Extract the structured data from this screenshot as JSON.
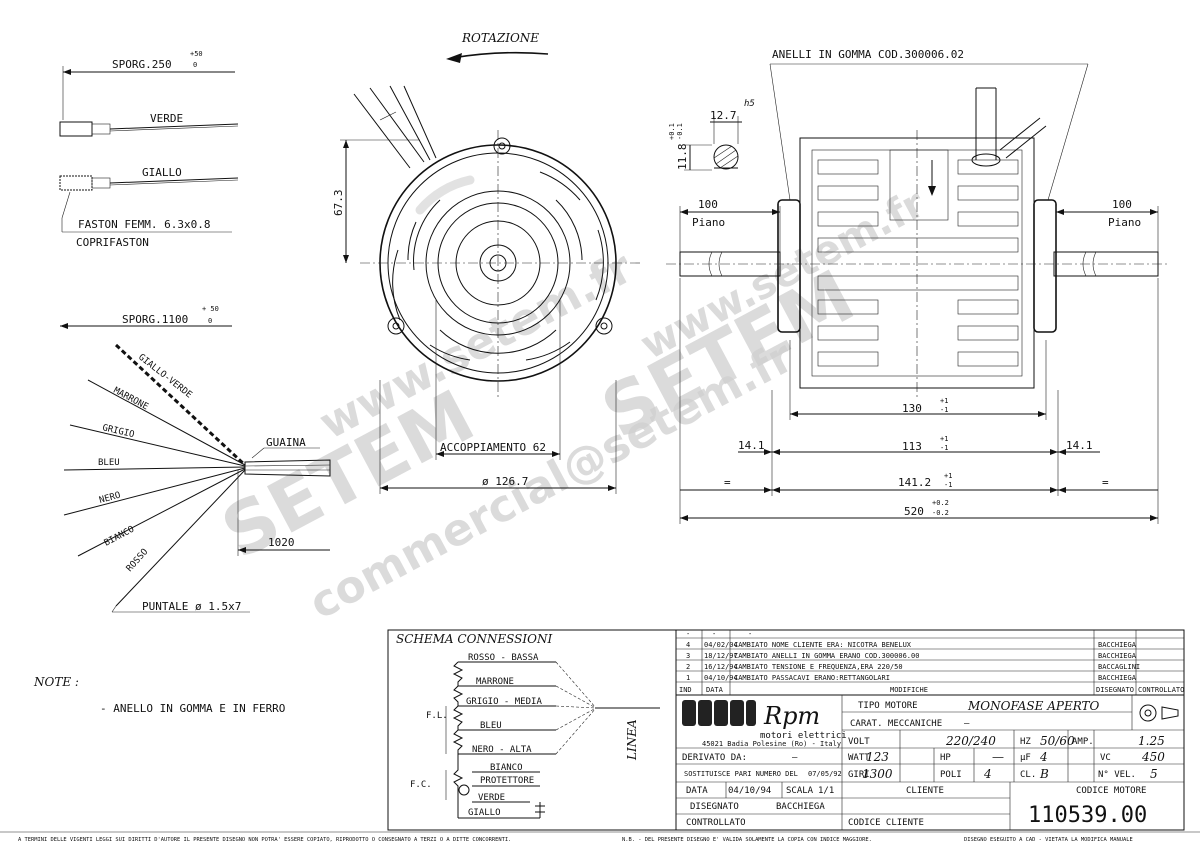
{
  "rotation_label": "ROTAZIONE",
  "rings_label": "ANELLI IN GOMMA  COD.300006.02",
  "leads_top": {
    "sporg_label": "SPORG.250",
    "tol_plus": "+50",
    "tol_zero": "0",
    "wire_1": "VERDE",
    "wire_2": "GIALLO",
    "faston": "FASTON FEMM. 6.3x0.8",
    "coprifaston": "COPRIFASTON"
  },
  "leads_bottom": {
    "sporg_label": "SPORG.1100",
    "tol_plus": "+ 50",
    "tol_zero": "0",
    "wires": [
      "GIALLO-VERDE",
      "MARRONE",
      "GRIGIO",
      "BLEU",
      "NERO",
      "BIANCO",
      "ROSSO"
    ],
    "guaina": "GUAINA",
    "length": "1020",
    "puntale": "PUNTALE ø 1.5x7"
  },
  "front_view": {
    "dim_height": "67.3",
    "dim_coupling": "ACCOPPIAMENTO 62",
    "dim_diameter": "ø 126.7"
  },
  "shaft_detail": {
    "dim_width": "12.7",
    "fit": "h5",
    "dim_height": "11.8",
    "tol_plus": "+0.1",
    "tol_minus": "-0.1"
  },
  "side_view": {
    "left_len": "100",
    "right_len": "100",
    "piano_left": "Piano",
    "piano_right": "Piano",
    "dim_130": "130",
    "dim_113": "113",
    "dim_14_left": "14.1",
    "dim_14_right": "14.1",
    "dim_1412": "141.2",
    "dim_520": "520",
    "tol_1": "+1",
    "tol_m1": "-1",
    "tol_02p": "+0.2",
    "tol_02m": "-0.2",
    "eq_left": "=",
    "eq_right": "="
  },
  "notes": {
    "title": "NOTE :",
    "text": "- ANELLO IN GOMMA E IN FERRO"
  },
  "schema": {
    "title": "SCHEMA CONNESSIONI",
    "labels": [
      "ROSSO - BASSA",
      "MARRONE",
      "GRIGIO - MEDIA",
      "BLEU",
      "NERO - ALTA",
      "BIANCO",
      "PROTETTORE",
      "VERDE",
      "GIALLO"
    ],
    "fl": "F.L.",
    "fc": "F.C.",
    "linea": "LINEA"
  },
  "revisions": {
    "rows": [
      {
        "ind": "-",
        "date": "-",
        "desc": "-",
        "by": ""
      },
      {
        "ind": "4",
        "date": "04/02/04",
        "desc": "CAMBIATO NOME CLIENTE ERA: NICOTRA BENELUX",
        "by": "BACCHIEGA"
      },
      {
        "ind": "3",
        "date": "18/12/97",
        "desc": "CAMBIATO ANELLI IN GOMMA ERANO COD.300006.00",
        "by": "BACCHIEGA"
      },
      {
        "ind": "2",
        "date": "16/12/94",
        "desc": "CAMBIATO TENSIONE E FREQUENZA,ERA 220/50",
        "by": "BACCAGLINI"
      },
      {
        "ind": "1",
        "date": "04/10/94",
        "desc": "CAMBIATO PASSACAVI ERANO:RETTANGOLARI",
        "by": "BACCHIEGA"
      }
    ],
    "h_ind": "IND",
    "h_date": "DATA",
    "h_mod": "MODIFICHE",
    "h_dis": "DISEGNATO",
    "h_ctrl": "CONTROLLATO"
  },
  "title_block": {
    "logo": "Rpm",
    "logo_sub": "motori elettrici",
    "address": "45021 Badia Polesine (Ro) - Italy",
    "tipo_motore_label": "TIPO MOTORE",
    "tipo_motore": "MONOFASE APERTO",
    "carat_label": "CARAT. MECCANICHE",
    "carat_value": "—",
    "derivato_label": "DERIVATO DA:",
    "derivato_value": "—",
    "sostituisce": "SOSTITUISCE PARI NUMERO DEL",
    "sostituisce_date": "07/05/92",
    "data_label": "DATA",
    "data_value": "04/10/94",
    "scala_label": "SCALA",
    "scala_value": "1/1",
    "disegnato_label": "DISEGNATO",
    "disegnato_value": "BACCHIEGA",
    "controllato_label": "CONTROLLATO",
    "cliente_label": "CLIENTE",
    "codice_cliente_label": "CODICE CLIENTE",
    "codice_motore_label": "CODICE MOTORE",
    "codice_motore": "110539.00",
    "volt_label": "VOLT",
    "volt": "220/240",
    "hz_label": "HZ",
    "hz": "50/60",
    "amp_label": "AMP.",
    "amp": "1.25",
    "watt_label": "WATT",
    "watt": "123",
    "hp_label": "HP",
    "hp": "—",
    "uf_label": "µF",
    "uf": "4",
    "vc_label": "VC",
    "vc": "450",
    "giri_label": "GIRI",
    "giri": "1300",
    "poli_label": "POLI",
    "poli": "4",
    "cl_label": "CL.",
    "cl": "B",
    "nvel_label": "N° VEL.",
    "nvel": "5"
  },
  "footer": {
    "left": "A TERMINI DELLE VIGENTI LEGGI SUI DIRITTI D'AUTORE IL PRESENTE DISEGNO NON POTRA' ESSERE COPIATO, RIPRODOTTO O CONSEGNATO A TERZI O A DITTE CONCORRENTI.",
    "mid": "N.B. - DEL PRESENTE DISEGNO E' VALIDA SOLAMENTE LA COPIA CON INDICE MAGGIORE.",
    "right": "DISEGNO ESEGUITO A CAD - VIETATA LA MODIFICA MANUALE"
  },
  "watermarks": {
    "w1": "www.setem.fr",
    "w2": "SETEM",
    "w3": "SETEM",
    "w4": "commercial@setem.fr",
    "w5": "www.setem.fr"
  }
}
